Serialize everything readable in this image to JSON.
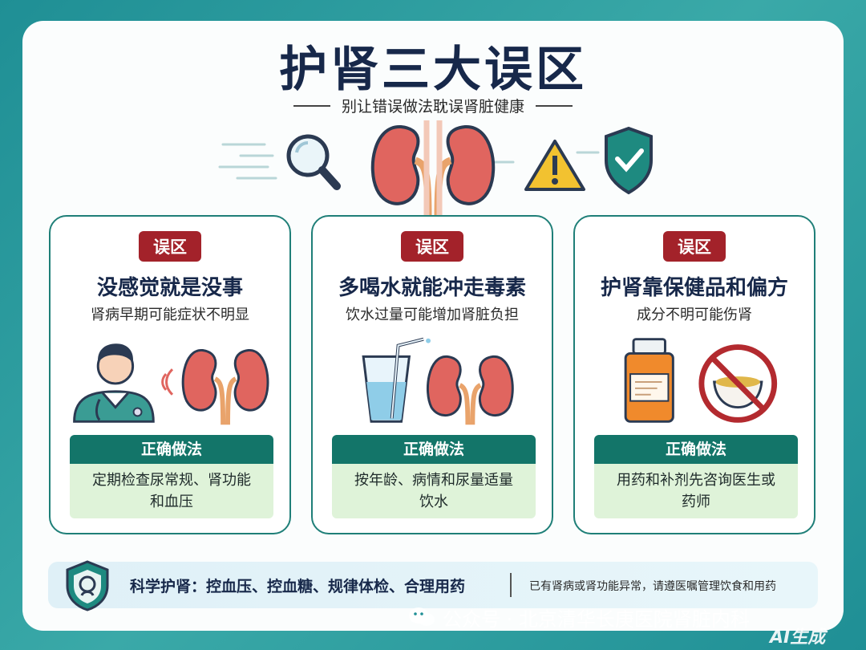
{
  "header": {
    "title": "护肾三大误区",
    "subtitle": "别让错误做法耽误肾脏健康"
  },
  "myths": [
    {
      "tag": "误区",
      "title": "没感觉就是没事",
      "desc": "肾病早期可能症状不明显",
      "correct_label": "正确做法",
      "correct_text": "定期检查尿常规、肾功能和血压"
    },
    {
      "tag": "误区",
      "title": "多喝水就能冲走毒素",
      "desc": "饮水过量可能增加肾脏负担",
      "correct_label": "正确做法",
      "correct_text": "按年龄、病情和尿量适量饮水"
    },
    {
      "tag": "误区",
      "title": "护肾靠保健品和偏方",
      "desc": "成分不明可能伤肾",
      "correct_label": "正确做法",
      "correct_text": "用药和补剂先咨询医生或药师"
    }
  ],
  "footer": {
    "main": "科学护肾：控血压、控血糖、规律体检、合理用药",
    "note": "已有肾病或肾功能异常，请遵医嘱管理饮食和用药"
  },
  "watermark": {
    "text": "公众号 · 北京清华长庚医院肾脏内科",
    "badge": "AI生成"
  },
  "colors": {
    "teal": "#137569",
    "red_tag": "#a3222a",
    "kidney": "#e0655f",
    "navy": "#17284a"
  }
}
